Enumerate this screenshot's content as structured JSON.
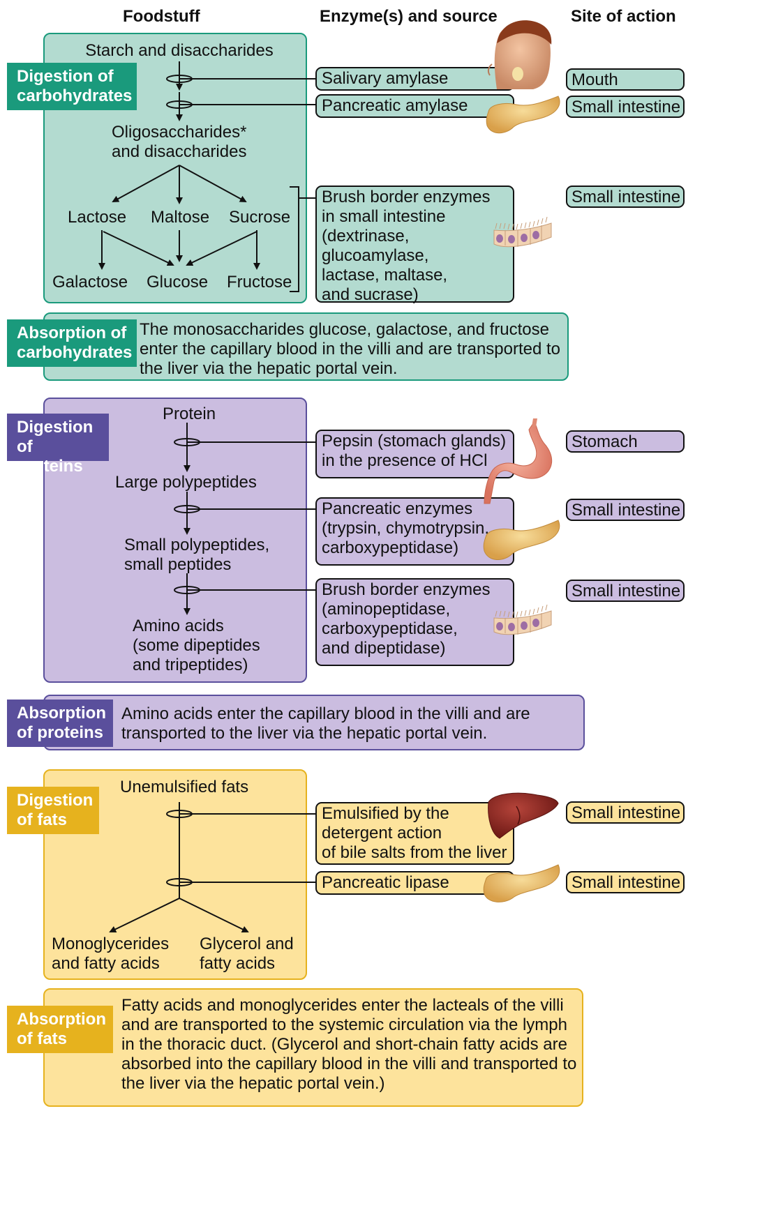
{
  "headers": {
    "foodstuff": "Foodstuff",
    "enzymes": "Enzyme(s) and source",
    "site": "Site of action"
  },
  "carbohydrates": {
    "digestion_tag": "Digestion of\ncarbohydrates",
    "start": "Starch and disaccharides",
    "intermediate": "Oligosaccharides*\nand disaccharides",
    "disaccharides": [
      "Lactose",
      "Maltose",
      "Sucrose"
    ],
    "monosaccharides": [
      "Galactose",
      "Glucose",
      "Fructose"
    ],
    "enzymes": [
      "Salivary amylase",
      "Pancreatic amylase",
      "Brush border enzymes\nin small intestine\n(dextrinase,\nglucoamylase,\nlactase, maltase,\nand sucrase)"
    ],
    "sites": [
      "Mouth",
      "Small intestine",
      "Small intestine"
    ],
    "absorption_tag": "Absorption of\ncarbohydrates",
    "absorption_text": "The monosaccharides glucose, galactose, and fructose\nenter the capillary blood in the villi and are transported to\nthe liver via the hepatic portal vein."
  },
  "proteins": {
    "digestion_tag": "Digestion\nof proteins",
    "steps": [
      "Protein",
      "Large polypeptides",
      "Small polypeptides,\nsmall peptides",
      "Amino acids\n(some dipeptides\nand tripeptides)"
    ],
    "enzymes": [
      "Pepsin (stomach glands)\nin the presence of HCl",
      "Pancreatic enzymes\n(trypsin, chymotrypsin,\ncarboxypeptidase)",
      "Brush border enzymes\n(aminopeptidase,\ncarboxypeptidase,\nand dipeptidase)"
    ],
    "sites": [
      "Stomach",
      "Small intestine",
      "Small intestine"
    ],
    "absorption_tag": "Absorption\nof proteins",
    "absorption_text": "Amino acids enter the capillary blood in the villi and are\ntransported to the liver via the hepatic portal vein."
  },
  "fats": {
    "digestion_tag": "Digestion\nof fats",
    "start": "Unemulsified fats",
    "products": [
      "Monoglycerides\nand fatty acids",
      "Glycerol and\nfatty acids"
    ],
    "enzymes": [
      "Emulsified by the\ndetergent action\nof bile salts from the liver",
      "Pancreatic lipase"
    ],
    "sites": [
      "Small intestine",
      "Small intestine"
    ],
    "absorption_tag": "Absorption\nof fats",
    "absorption_text": "Fatty acids and monoglycerides enter the lacteals of the villi\nand are transported to the systemic circulation via the lymph\nin the thoracic duct. (Glycerol and short-chain fatty acids are\nabsorbed into the capillary blood in the villi and transported to\nthe liver via the hepatic portal vein.)"
  },
  "colors": {
    "carb_fill": "#b3dbd0",
    "carb_accent": "#1a9a7c",
    "protein_fill": "#cbbde0",
    "protein_accent": "#5a4f9c",
    "fat_fill": "#fde39c",
    "fat_accent": "#e6b21e"
  },
  "icons": [
    "head-icon",
    "pancreas-icon",
    "intestinal-cells-icon",
    "stomach-icon",
    "liver-icon"
  ]
}
